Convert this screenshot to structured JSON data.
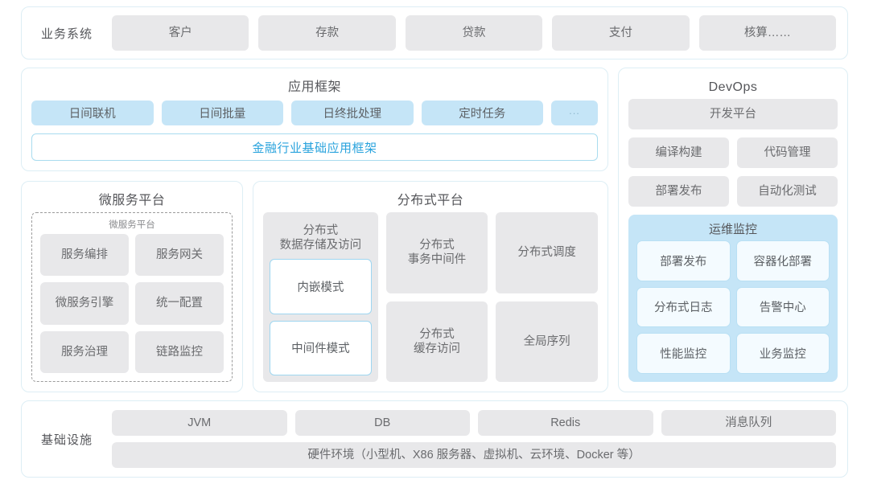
{
  "diagram": {
    "business": {
      "label": "业务系统",
      "items": [
        "客户",
        "存款",
        "贷款",
        "支付",
        "核算……"
      ]
    },
    "app_framework": {
      "title": "应用框架",
      "tags": [
        "日间联机",
        "日间批量",
        "日终批处理",
        "定时任务"
      ],
      "more_tag": "...",
      "framework_bar": "金融行业基础应用框架"
    },
    "microservice": {
      "title": "微服务平台",
      "inner_title": "微服务平台",
      "items": [
        "服务编排",
        "服务网关",
        "微服务引擎",
        "统一配置",
        "服务治理",
        "链路监控"
      ]
    },
    "distributed": {
      "title": "分布式平台",
      "col_a": {
        "caption": "分布式\n数据存储及访问",
        "modes": [
          "内嵌模式",
          "中间件模式"
        ]
      },
      "col_b": [
        "分布式\n事务中间件",
        "分布式\n缓存访问"
      ],
      "col_c": [
        "分布式调度",
        "全局序列"
      ]
    },
    "devops": {
      "title": "DevOps",
      "platform": "开发平台",
      "pair1": [
        "编译构建",
        "代码管理"
      ],
      "pair2": [
        "部署发布",
        "自动化测试"
      ],
      "ops": {
        "title": "运维监控",
        "items": [
          "部署发布",
          "容器化部署",
          "分布式日志",
          "告警中心",
          "性能监控",
          "业务监控"
        ]
      }
    },
    "infrastructure": {
      "label": "基础设施",
      "items": [
        "JVM",
        "DB",
        "Redis",
        "消息队列"
      ],
      "hardware": "硬件环境（小型机、X86 服务器、虚拟机、云环境、Docker 等）"
    },
    "colors": {
      "accent_blue": "#29a3dd",
      "tag_blue": "#c5e5f7",
      "chip_grey": "#e8e8ea",
      "border_cyan": "#ddeef5",
      "text_grey": "#6a6b6e"
    }
  }
}
